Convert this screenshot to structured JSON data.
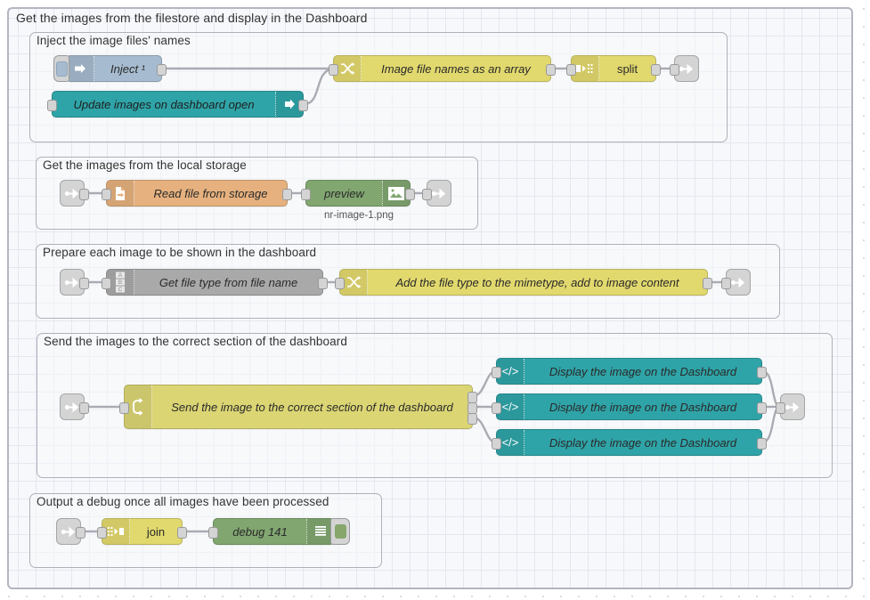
{
  "flow": {
    "title": "Get the images from the filestore and display in the Dashboard"
  },
  "groups": [
    {
      "id": "g1",
      "label": "Inject the image files' names"
    },
    {
      "id": "g2",
      "label": "Get the images from the local storage"
    },
    {
      "id": "g3",
      "label": "Prepare each image to be shown in the dashboard"
    },
    {
      "id": "g4",
      "label": "Send the images to the correct section of the dashboard"
    },
    {
      "id": "g5",
      "label": "Output a debug once all images have been processed"
    }
  ],
  "nodes": {
    "inject": {
      "label": "Inject ¹",
      "icon": "inject-arrow-icon",
      "color": "#a6bbcf"
    },
    "update_images": {
      "label": "Update images on dashboard open",
      "icon": "link-out-arrow-icon",
      "color": "#2fa4a8"
    },
    "image_file_names": {
      "label": "Image file names as an array",
      "icon": "change-shuffle-icon",
      "color": "#e2d96e"
    },
    "split": {
      "label": "split",
      "icon": "split-icon",
      "color": "#e2d96e"
    },
    "read_file": {
      "label": "Read file from storage",
      "icon": "file-in-icon",
      "color": "#e6b17e"
    },
    "preview": {
      "label": "preview",
      "icon": "image-preview-icon",
      "color": "#81a670",
      "status": "nr-image-1.png"
    },
    "get_file_type": {
      "label": "Get file type from file name",
      "icon": "abc-icon",
      "color": "#a9a9a9"
    },
    "add_file_type": {
      "label": "Add the file type to the mimetype, add to image content",
      "icon": "change-shuffle-icon",
      "color": "#e2d96e"
    },
    "send_image": {
      "label": "Send the image to the correct section of the dashboard",
      "icon": "switch-fork-icon",
      "color": "#dbd574"
    },
    "display_1": {
      "label": "Display the image on the Dashboard",
      "icon": "code-template-icon",
      "color": "#2fa4a8"
    },
    "display_2": {
      "label": "Display the image on the Dashboard",
      "icon": "code-template-icon",
      "color": "#2fa4a8"
    },
    "display_3": {
      "label": "Display the image on the Dashboard",
      "icon": "code-template-icon",
      "color": "#2fa4a8"
    },
    "join": {
      "label": "join",
      "icon": "join-icon",
      "color": "#e2d96e"
    },
    "debug": {
      "label": "debug 141",
      "icon": "debug-lines-icon",
      "color": "#81a670"
    }
  },
  "link_nodes": {
    "link_out_1": "link-out-icon",
    "link_in_2": "link-in-icon",
    "link_out_2": "link-out-icon",
    "link_in_3": "link-in-icon",
    "link_out_3": "link-out-icon",
    "link_in_4": "link-in-icon",
    "link_out_4": "link-out-icon",
    "link_in_5": "link-in-icon"
  },
  "colors": {
    "canvas_bg": "#ffffff",
    "flow_bg": "#f7f8fb",
    "group_border": "#b0b0bb",
    "wire": "#aaabb3",
    "teal": "#2fa4a8",
    "yellow": "#e2d96e",
    "green": "#81a670",
    "orange": "#e6b17e",
    "grey": "#a9a9a9",
    "blue_grey": "#a6bbcf"
  }
}
